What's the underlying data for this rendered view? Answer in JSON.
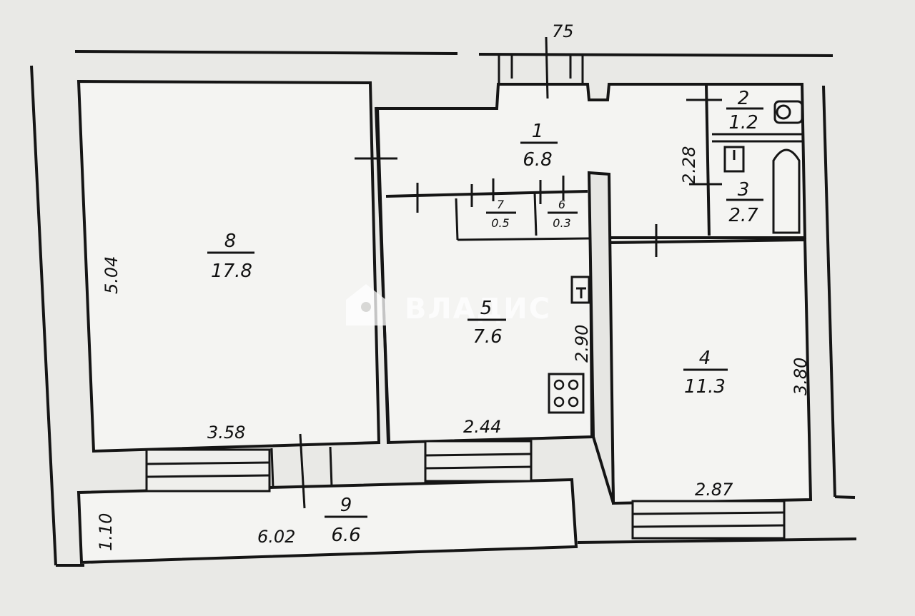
{
  "top_label": "75",
  "rooms": [
    {
      "num": "1",
      "area": "6.8"
    },
    {
      "num": "2",
      "area": "1.2"
    },
    {
      "num": "3",
      "area": "2.7"
    },
    {
      "num": "4",
      "area": "11.3"
    },
    {
      "num": "5",
      "area": "7.6"
    },
    {
      "num": "6",
      "area": "0.3"
    },
    {
      "num": "7",
      "area": "0.5"
    },
    {
      "num": "8",
      "area": "17.8"
    },
    {
      "num": "9",
      "area": "6.6"
    }
  ],
  "dimensions": {
    "room8_height": "5.04",
    "room8_width": "3.58",
    "room5_width": "2.44",
    "room5_height": "2.90",
    "room4_width": "2.87",
    "room4_height": "3.80",
    "bath_height": "2.28",
    "balcony_width": "6.02",
    "balcony_depth": "1.10"
  },
  "watermark": {
    "text": "ВЛАДИС"
  }
}
